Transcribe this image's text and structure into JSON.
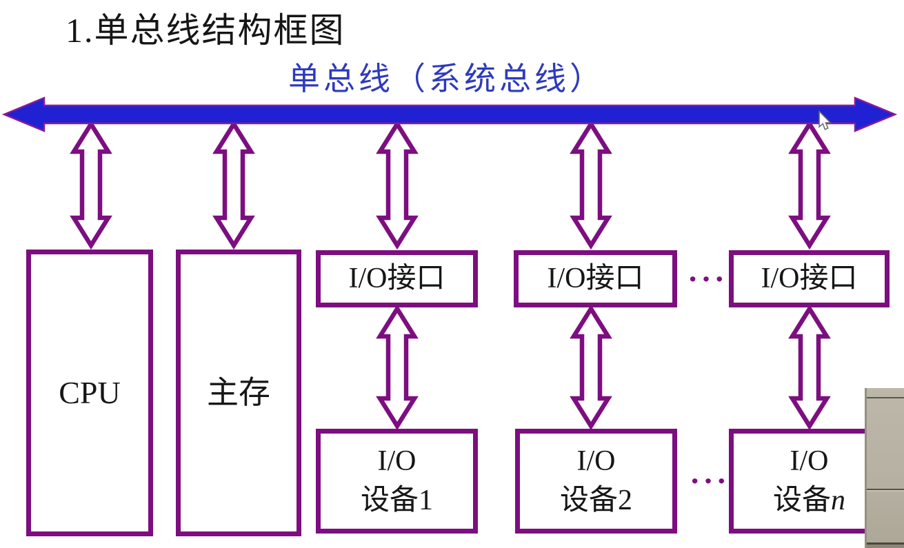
{
  "title": "1.单总线结构框图",
  "bus": {
    "label": "单总线（系统总线）"
  },
  "cpu": {
    "label": "CPU"
  },
  "memory": {
    "label": "主存"
  },
  "interfaces": [
    {
      "label": "I/O接口"
    },
    {
      "label": "I/O接口"
    },
    {
      "label": "I/O接口"
    }
  ],
  "devices": [
    {
      "line1": "I/O",
      "line2": "设备1"
    },
    {
      "line1": "I/O",
      "line2": "设备2"
    },
    {
      "line1": "I/O",
      "line2_prefix": "设备",
      "line2_italic": "n"
    }
  ],
  "ellipsis": {
    "top": "···",
    "bottom": "···"
  },
  "colors": {
    "purple": "#7d0e80",
    "bus_blue": "#2121d4",
    "bus_edge": "#8a1a96",
    "label_blue": "#2d3abd",
    "text_black": "#161616",
    "overlay_grey": "#b5b0a2"
  }
}
